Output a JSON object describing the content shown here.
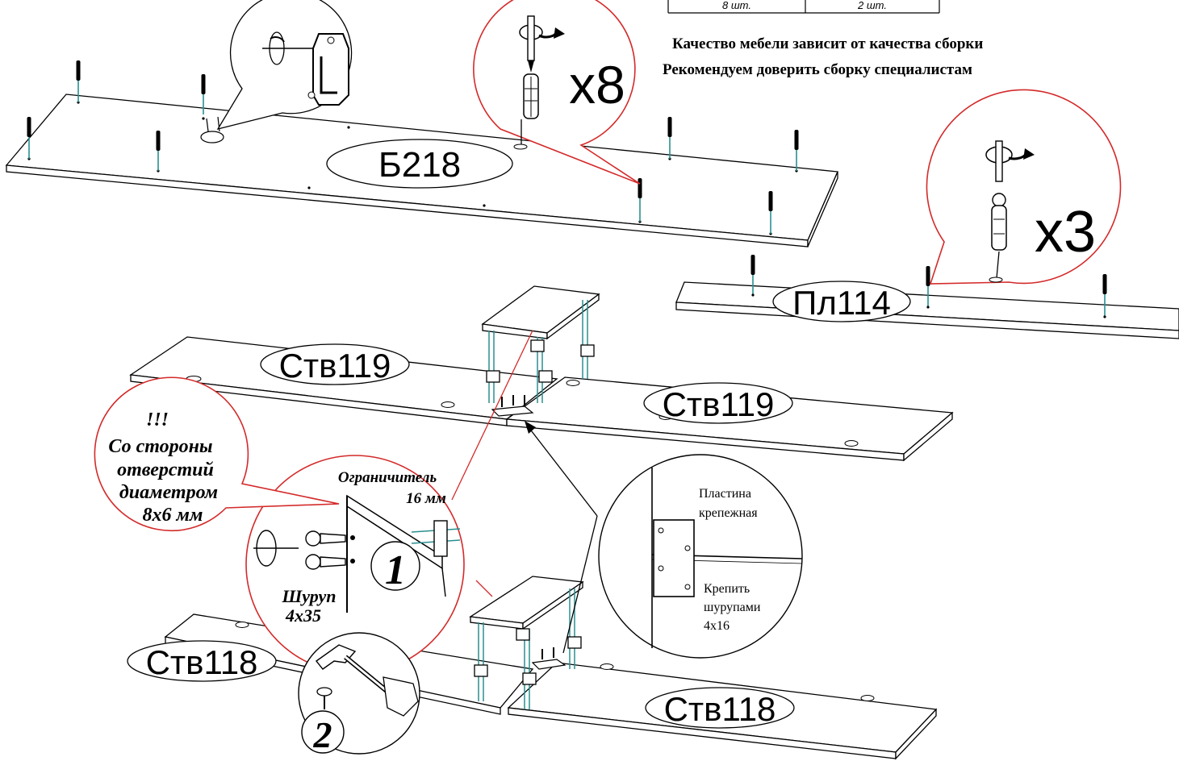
{
  "quantity_table": {
    "cell_left": "8 шт.",
    "cell_right": "2 шт."
  },
  "warning": {
    "line1": "Качество мебели зависит от качества сборки",
    "line2": "Рекомендуем доверить сборку специалистам"
  },
  "parts": {
    "b218": "Б218",
    "pl114": "Пл114",
    "stv119_left": "Ств119",
    "stv119_right": "Ств119",
    "stv118_left": "Ств118",
    "stv118_right": "Ств118"
  },
  "callouts": {
    "screw_count_top": "x8",
    "screw_count_right": "x3",
    "holes_note": [
      "!!!",
      "Со стороны",
      "отверстий",
      "диаметром",
      "8х6 мм"
    ],
    "limiter": [
      "Ограничитель",
      "16 мм"
    ],
    "screw": [
      "Шуруп",
      "4х35"
    ],
    "step1": "1",
    "step2": "2",
    "plate": [
      "Пластина",
      "крепежная"
    ],
    "fix": [
      "Крепить",
      "шурупами",
      "4х16"
    ]
  }
}
